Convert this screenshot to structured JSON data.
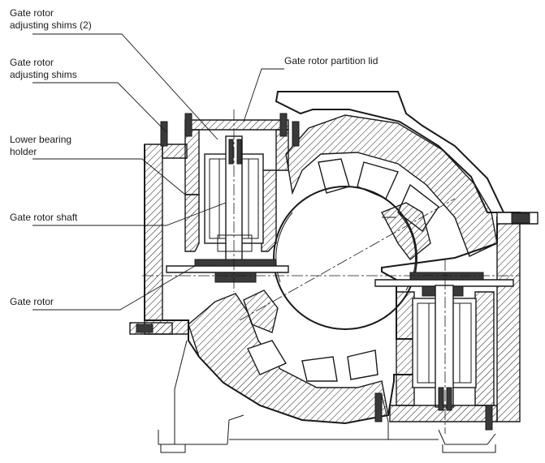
{
  "labels": {
    "shims2_line1": "Gate rotor",
    "shims2_line2": "adjusting shims (2)",
    "shims_line1": "Gate rotor",
    "shims_line2": "adjusting shims",
    "partition_lid": "Gate rotor partition lid",
    "bearing_line1": "Lower bearing",
    "bearing_line2": "holder",
    "shaft": "Gate rotor shaft",
    "rotor": "Gate rotor"
  }
}
